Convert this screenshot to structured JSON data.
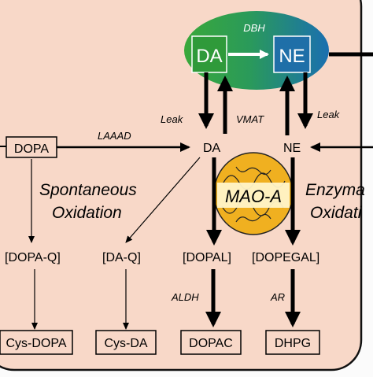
{
  "colors": {
    "background_panel": "#f8d8c8",
    "border": "#111111",
    "vesicle_green": "#3aa83a",
    "vesicle_blue": "#1a6fb0",
    "mitochondrion": "#f0b020"
  },
  "vesicle": {
    "enzyme_label": "DBH",
    "da_label": "DA",
    "ne_label": "NE"
  },
  "transport_labels": {
    "leak_left": "Leak",
    "vmat": "VMAT",
    "leak_right": "Leak"
  },
  "nodes": {
    "dopa": "DOPA",
    "da": "DA",
    "ne": "NE",
    "dopa_q": "[DOPA-Q]",
    "da_q": "[DA-Q]",
    "dopal": "[DOPAL]",
    "dopegal": "[DOPEGAL]",
    "cys_dopa": "Cys-DOPA",
    "cys_da": "Cys-DA",
    "dopac": "DOPAC",
    "dhpg": "DHPG"
  },
  "enzymes": {
    "laaad": "LAAAD",
    "mao_a": "MAO-A",
    "aldh": "ALDH",
    "ar": "AR"
  },
  "annotations": {
    "spontaneous_line1": "Spontaneous",
    "spontaneous_line2": "Oxidation",
    "enzymatic_line1": "Enzyma",
    "enzymatic_line2": "Oxidati"
  }
}
